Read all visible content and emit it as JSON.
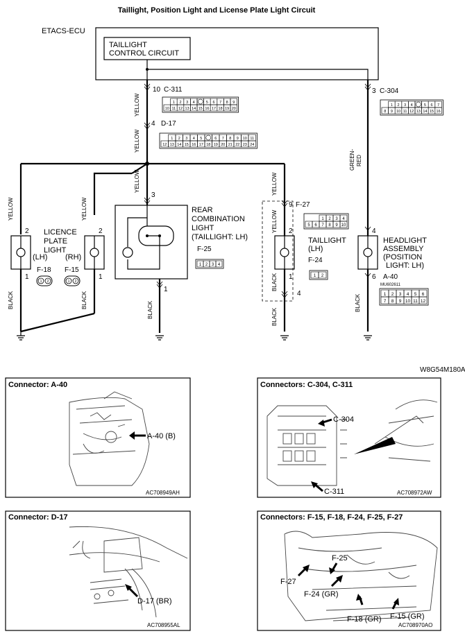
{
  "title": "Taillight, Position Light and License Plate Light Circuit",
  "ecu": {
    "label": "ETACS-ECU",
    "circuit_line1": "TAILLIGHT",
    "circuit_line2": "CONTROL CIRCUIT"
  },
  "wires": {
    "yellow": "YELLOW",
    "black": "BLACK",
    "green_red_1": "GREEN-",
    "green_red_2": "RED"
  },
  "pins": {
    "c311_pin": "10",
    "c311_name": "C-311",
    "d17_pin": "4",
    "d17_name": "D-17",
    "c304_pin": "3",
    "c304_name": "C-304",
    "f27_pin": "9",
    "f27_name": "F-27",
    "p2a": "2",
    "p1a": "1",
    "p2b": "2",
    "p1b": "1",
    "p3": "3",
    "p1c": "1",
    "p2d": "2",
    "p1d": "1",
    "p4d": "4",
    "p4e": "4",
    "p6e": "6"
  },
  "components": {
    "licence_1": "LICENCE",
    "licence_2": "PLATE",
    "licence_3": "LIGHT",
    "lh": "(LH)",
    "rh": "(RH)",
    "f18": "F-18",
    "f15": "F-15",
    "rear_1": "REAR",
    "rear_2": "COMBINATION",
    "rear_3": "LIGHT",
    "rear_4": "(TAILLIGHT: LH)",
    "f25": "F-25",
    "tail_1": "TAILLIGHT",
    "tail_2": "(LH)",
    "f24": "F-24",
    "head_1": "HEADLIGHT",
    "head_2": "ASSEMBLY",
    "head_3": "(POSITION",
    "head_4": "LIGHT: LH)",
    "a40": "A-40",
    "a40_sub": "MU602611"
  },
  "connector_cells": {
    "c311_top": [
      "1",
      "2",
      "3",
      "4",
      "",
      "5",
      "6",
      "7",
      "8",
      "9"
    ],
    "c311_bot": [
      "10",
      "11",
      "12",
      "13",
      "14",
      "15",
      "16",
      "17",
      "18",
      "19",
      "20"
    ],
    "d17_top": [
      "1",
      "2",
      "3",
      "4",
      "5",
      "",
      "6",
      "7",
      "8",
      "9",
      "10",
      "11"
    ],
    "d17_bot": [
      "12",
      "13",
      "14",
      "15",
      "16",
      "17",
      "18",
      "19",
      "20",
      "21",
      "22",
      "23",
      "24"
    ],
    "c304_top": [
      "1",
      "2",
      "3",
      "4",
      "",
      "5",
      "6",
      "7"
    ],
    "c304_bot": [
      "8",
      "9",
      "10",
      "11",
      "12",
      "13",
      "14",
      "15",
      "16"
    ],
    "f27_top": [
      "1",
      "2",
      "3",
      "4"
    ],
    "f27_bot": [
      "5",
      "6",
      "7",
      "8",
      "9",
      "10"
    ],
    "f25": [
      "1",
      "2",
      "3",
      "4"
    ],
    "f24": [
      "1",
      "2"
    ],
    "a40_top": [
      "1",
      "2",
      "3",
      "4",
      "5",
      "6"
    ],
    "a40_bot": [
      "7",
      "8",
      "9",
      "10",
      "11",
      "12"
    ],
    "f18": [
      "1",
      "2"
    ],
    "f15": [
      "1",
      "2"
    ]
  },
  "code": "W8G54M180A",
  "panels": {
    "a40": {
      "title": "Connector: A-40",
      "callout": "A-40 (B)",
      "code": "AC708949AH"
    },
    "c304": {
      "title": "Connectors: C-304, C-311",
      "callout1": "C-304",
      "callout2": "C-311",
      "code": "AC708972AW"
    },
    "d17": {
      "title": "Connector: D-17",
      "callout": "D-17 (BR)",
      "code": "AC708955AL"
    },
    "f": {
      "title": "Connectors: F-15, F-18, F-24, F-25, F-27",
      "c_f25": "F-25",
      "c_f27": "F-27",
      "c_f24": "F-24 (GR)",
      "c_f18": "F-18 (GR)",
      "c_f15": "F-15 (GR)",
      "code": "AC708970AO"
    }
  }
}
